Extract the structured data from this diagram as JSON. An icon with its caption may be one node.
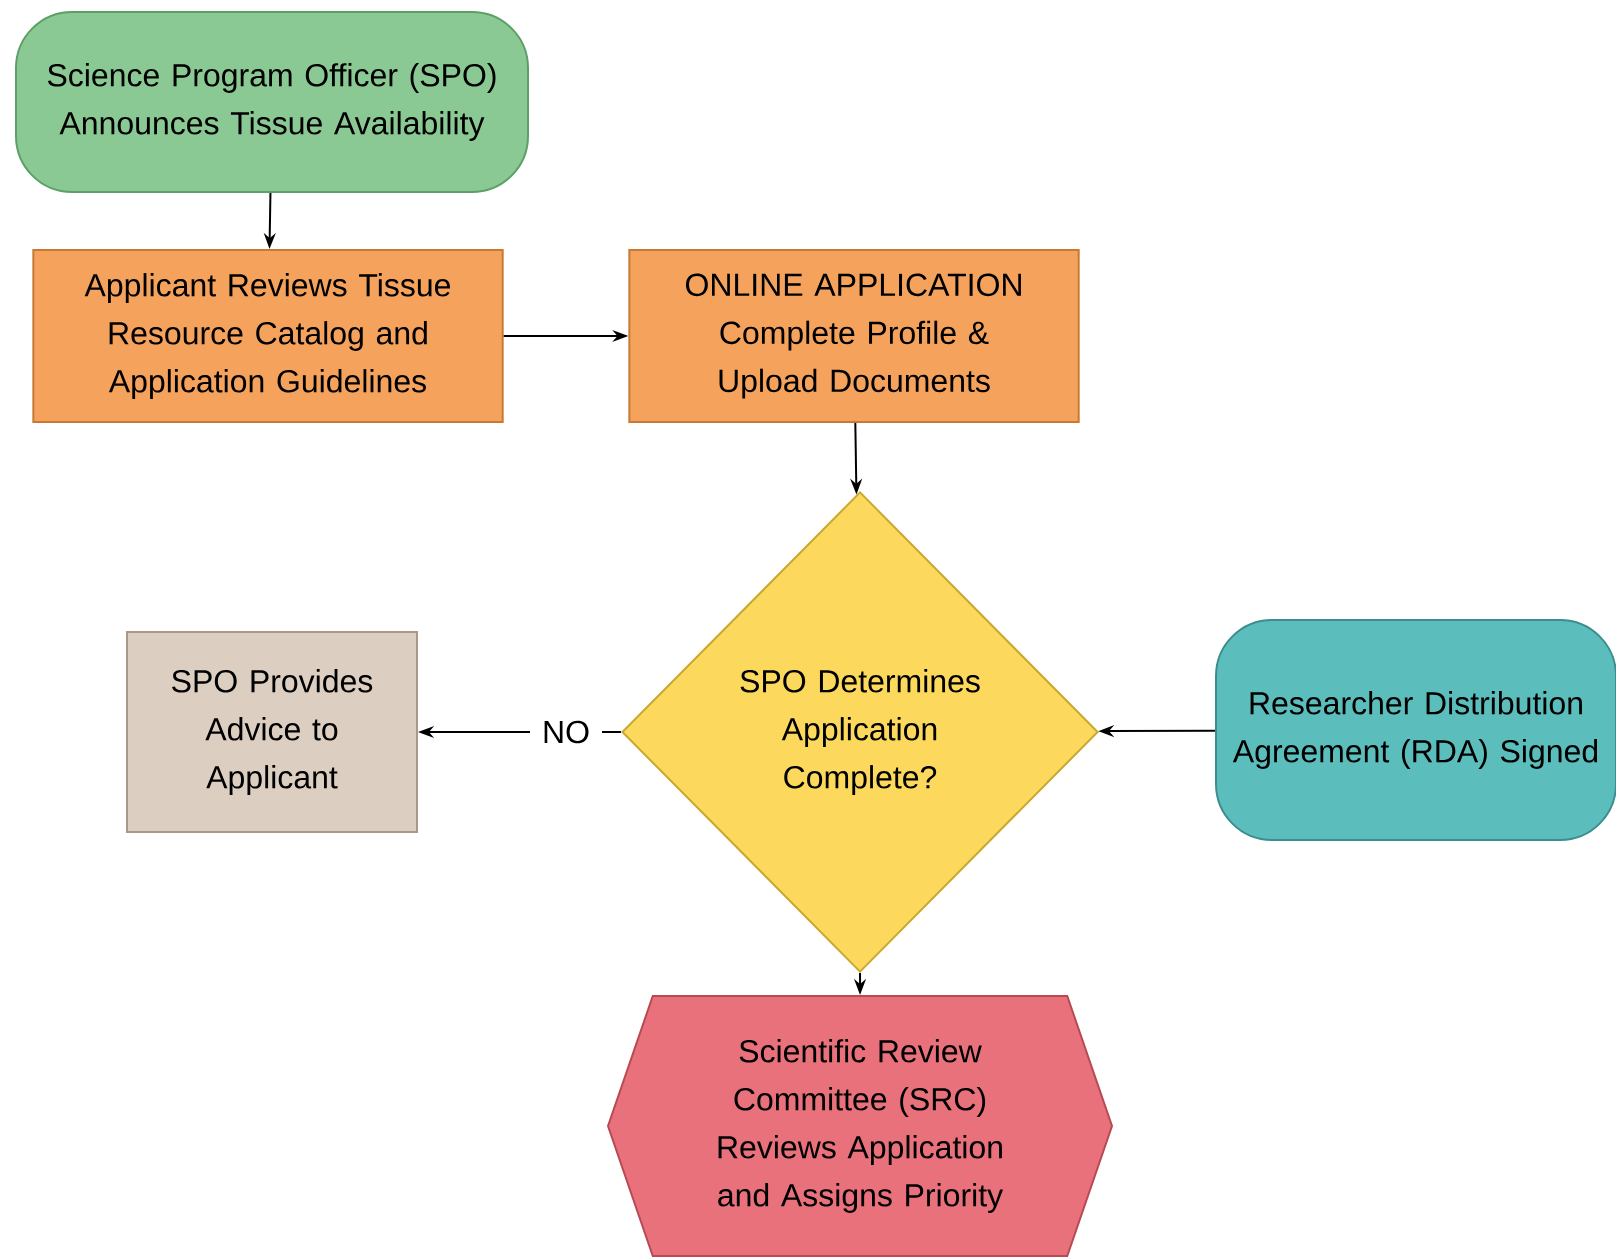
{
  "diagram": {
    "nodes": [
      {
        "text": [
          "Science Program Officer (SPO) Announces Tissue Availability"
        ]
      },
      {
        "text": [
          "Applicant Reviews Tissue Resource Catalog and Application Guidelines"
        ]
      },
      {
        "text": [
          "ONLINE APPLICATION Complete Profile & Upload Documents"
        ]
      },
      {
        "text": [
          "SPO Determines Application Complete?"
        ]
      },
      {
        "text": [
          "SPO Provides Advice to Applicant"
        ]
      },
      {
        "text": [
          "Researcher Distribution Agreement (RDA) Signed"
        ]
      },
      {
        "text": [
          "Scientific Review Committee (SRC) Reviews Application and Assigns Priority"
        ]
      }
    ],
    "edges": [
      {
        "from": 0,
        "to": 1,
        "arrow": "to"
      },
      {
        "from": 1,
        "to": 2,
        "arrow": "to"
      },
      {
        "from": 2,
        "to": 3,
        "arrow": "to"
      },
      {
        "from": 3,
        "to": 4,
        "arrow": "to",
        "label": "NO"
      },
      {
        "from": 5,
        "to": 3,
        "arrow": "to"
      },
      {
        "from": 3,
        "to": 6,
        "arrow": "to"
      }
    ]
  }
}
